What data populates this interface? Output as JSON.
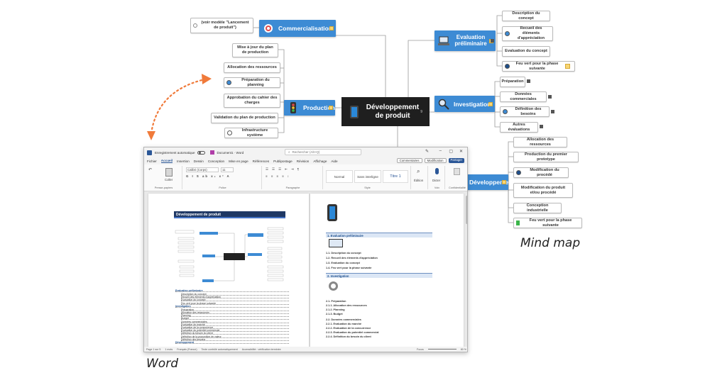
{
  "central": "Développement de produit",
  "central_count": "9",
  "hubs": {
    "commercialisation": "Commercialisation",
    "evaluation": "Evaluation préliminaire",
    "production": "Production",
    "investigation": "Investigation",
    "developpement": "Développement"
  },
  "commercialisation_children": [
    "(voir modèle \"Lancement de produit\")"
  ],
  "production_children": [
    "Mise à jour du plan de production",
    "Allocation des ressources",
    "Préparation du planning",
    "Approbation du cahier des charges",
    "Validation du plan de production",
    "Infrastructure système"
  ],
  "evaluation_children": [
    "Description du concept",
    "Recueil des éléments d'appréciation",
    "Evaluation du concept",
    "Feu vert pour la phase suivante"
  ],
  "investigation_children": [
    "Préparation",
    "Données commerciales",
    "Définition des besoins",
    "Autres évaluations"
  ],
  "developpement_children": [
    "Allocation des ressources",
    "Production du premier prototype",
    "Modification du procédé",
    "Modification du produit et/ou procédé",
    "Conception industrielle",
    "Feu vert pour la phase suivante"
  ],
  "labels": {
    "mindmap": "Mind map",
    "word": "Word"
  },
  "colors": {
    "hub": "#3d8bd4",
    "central": "#1f1f1f",
    "arrow": "#f07a3a",
    "word_blue": "#2b5797"
  },
  "word": {
    "autosave": "Enregistrement automatique",
    "doc_name": "Document1 · Word",
    "search_placeholder": "Rechercher (Alt+Q)",
    "menu": [
      "Fichier",
      "Accueil",
      "Insertion",
      "Dessin",
      "Conception",
      "Mise en page",
      "Références",
      "Publipostage",
      "Révision",
      "Affichage",
      "Aide"
    ],
    "menu_active": "Accueil",
    "btn_comments": "Commentaires",
    "btn_edit": "Modification",
    "btn_share": "Partager",
    "ribbon_groups": [
      "Presse-papiers",
      "Police",
      "Paragraphe",
      "Style",
      "Voix",
      "Confidentialité"
    ],
    "paste": "Coller",
    "font_name": "Calibri (Corps)",
    "font_size": "11",
    "styles": [
      "Normal",
      "Sans interligne",
      "Titre 1"
    ],
    "edit_btn": "Édition",
    "dictate": "Dicter",
    "page1_title": "Développement de produit",
    "toc": [
      "Evaluation préliminaire",
      "Description du concept",
      "Recueil des éléments d'appréciation",
      "Evaluation du concept",
      "Feu vert pour la phase suivante",
      "Investigation",
      "Préparation",
      "Allocation des ressources",
      "Planning",
      "Budget",
      "Données commerciales",
      "Evaluation du marché",
      "Evaluation de la concurrence",
      "Evaluation du potentiel commercial",
      "Définition du besoin du client",
      "Définition de la proposition de valeur",
      "Définition des besoins",
      "Développement"
    ],
    "page2_sections": [
      "1. Evaluation préliminaire",
      "2. Investigation"
    ],
    "page2_items_1": [
      "1.1. Description du concept",
      "1.2. Recueil des éléments d'appréciation",
      "1.3. Evaluation du concept",
      "1.4. Feu vert pour la phase suivante"
    ],
    "page2_items_2": [
      "2.1. Préparation",
      "2.1.1. Allocation des ressources",
      "2.1.2. Planning",
      "2.1.3. Budget",
      "2.2. Données commerciales",
      "2.2.1. Evaluation du marché",
      "2.2.2. Evaluation de la concurrence",
      "2.2.3. Evaluation du potentiel commercial",
      "2.2.4. Définition du besoin du client"
    ],
    "status": [
      "Page 1 sur 5",
      "1 mots",
      "Français (France)",
      "Texte contrôlé automatiquement",
      "Accessibilité : vérification terminée",
      "Focus",
      "80 %"
    ]
  }
}
